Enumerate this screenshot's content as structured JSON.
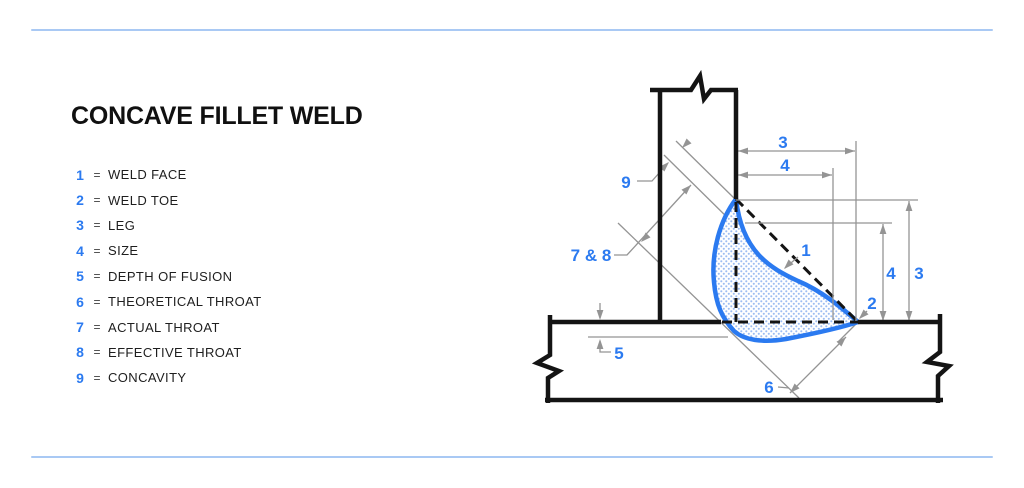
{
  "title": "CONCAVE FILLET WELD",
  "legend": {
    "eq": "=",
    "items": [
      {
        "number": "1",
        "label": "WELD FACE"
      },
      {
        "number": "2",
        "label": "WELD TOE"
      },
      {
        "number": "3",
        "label": "LEG"
      },
      {
        "number": "4",
        "label": "SIZE"
      },
      {
        "number": "5",
        "label": "DEPTH OF FUSION"
      },
      {
        "number": "6",
        "label": "THEORETICAL THROAT"
      },
      {
        "number": "7",
        "label": "ACTUAL THROAT"
      },
      {
        "number": "8",
        "label": "EFFECTIVE THROAT"
      },
      {
        "number": "9",
        "label": "CONCAVITY"
      }
    ]
  },
  "diagram": {
    "labels": {
      "leg_top": "3",
      "size_top": "4",
      "concavity": "9",
      "throats": "7 & 8",
      "weld_face": "1",
      "weld_toe": "2",
      "size_right": "4",
      "leg_right": "3",
      "depth_of_fusion": "5",
      "theoretical_throat": "6"
    },
    "colors": {
      "accent_blue": "#2b7af0",
      "construction_gray": "#949494",
      "ink_black": "#141414",
      "rule_light_blue": "#a9c9f4"
    }
  }
}
